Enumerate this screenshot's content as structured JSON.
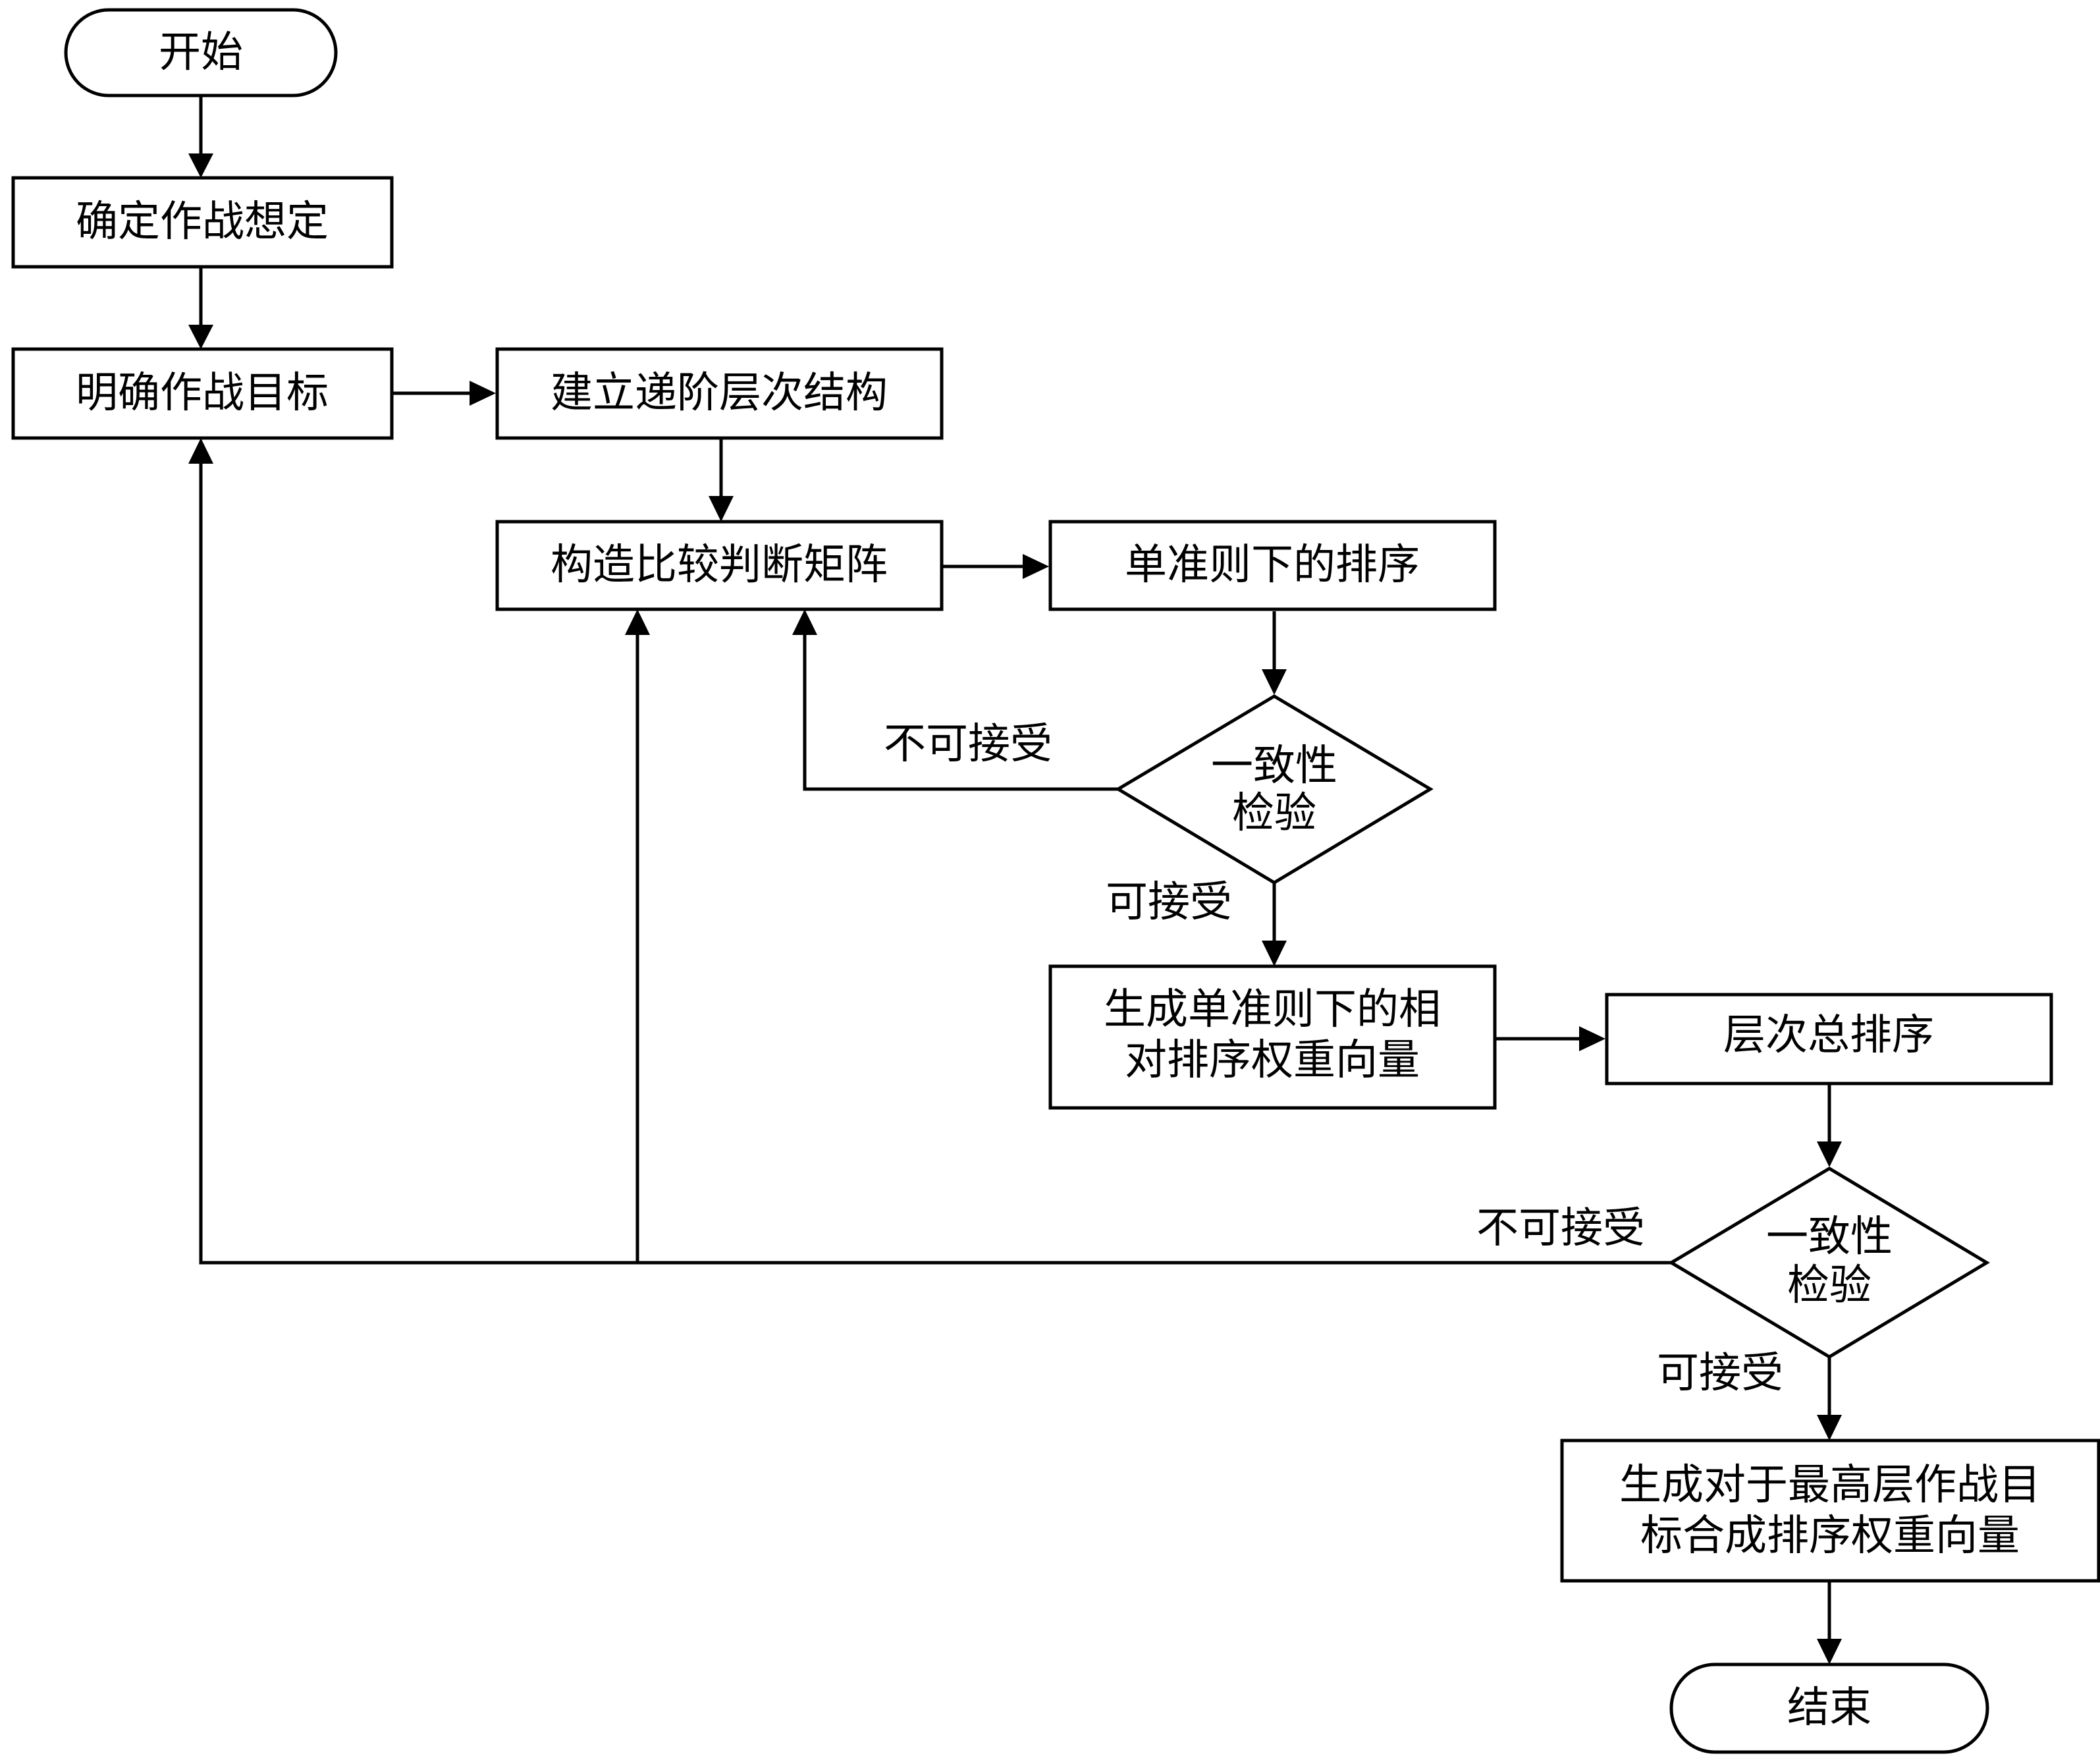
{
  "flowchart": {
    "start": "开始",
    "define_scenario": "确定作战想定",
    "clarify_objective": "明确作战目标",
    "build_hierarchy": "建立递阶层次结构",
    "construct_matrix": "构造比较判断矩阵",
    "single_criterion_ranking": "单准则下的排序",
    "consistency_check_1": {
      "line1": "一致性",
      "line2": "检验"
    },
    "generate_relative_weights": {
      "line1": "生成单准则下的相",
      "line2": "对排序权重向量"
    },
    "total_ranking": "层次总排序",
    "consistency_check_2": {
      "line1": "一致性",
      "line2": "检验"
    },
    "generate_composite_weights": {
      "line1": "生成对于最高层作战目",
      "line2": "标合成排序权重向量"
    },
    "end": "结束",
    "labels": {
      "unacceptable_1": "不可接受",
      "acceptable_1": "可接受",
      "unacceptable_2": "不可接受",
      "acceptable_2": "可接受"
    }
  }
}
